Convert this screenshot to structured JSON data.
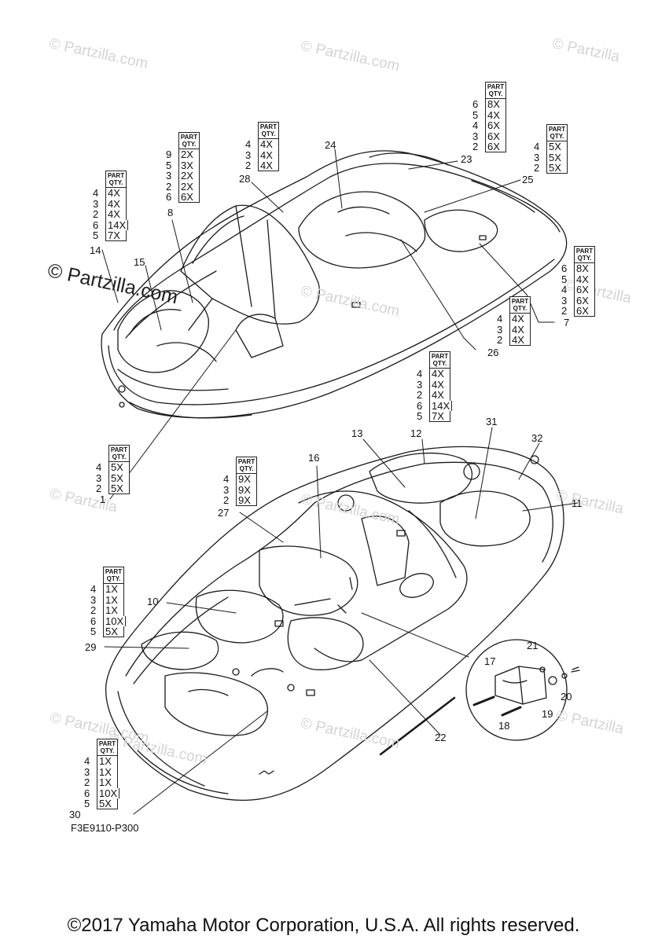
{
  "watermarks": [
    "© Partzilla.com",
    "© Partzilla.com",
    "© Partzilla",
    "© Partzilla.com",
    "© Partzilla",
    "© Partzilla",
    "© Partzilla.com",
    "© Partzilla",
    "© Partzilla.com",
    "© Partzilla.com",
    "© Partzilla",
    "© Partzilla.com",
    "© Partzilla.com"
  ],
  "qty_tables": [
    {
      "header": [
        "PART",
        "QTY."
      ],
      "rows": [
        {
          "code": "4",
          "qty": "4X"
        },
        {
          "code": "3",
          "qty": "4X"
        },
        {
          "code": "2",
          "qty": "4X"
        },
        {
          "code": "6",
          "qty": "14X"
        },
        {
          "code": "5",
          "qty": "7X"
        }
      ]
    },
    {
      "header": [
        "PART",
        "QTY."
      ],
      "rows": [
        {
          "code": "9",
          "qty": "2X"
        },
        {
          "code": "5",
          "qty": "3X"
        },
        {
          "code": "3",
          "qty": "2X"
        },
        {
          "code": "2",
          "qty": "2X"
        },
        {
          "code": "6",
          "qty": "6X"
        }
      ]
    },
    {
      "header": [
        "PART",
        "QTY."
      ],
      "rows": [
        {
          "code": "4",
          "qty": "4X"
        },
        {
          "code": "3",
          "qty": "4X"
        },
        {
          "code": "2",
          "qty": "4X"
        }
      ]
    },
    {
      "header": [
        "PART",
        "QTY."
      ],
      "rows": [
        {
          "code": "6",
          "qty": "8X"
        },
        {
          "code": "5",
          "qty": "4X"
        },
        {
          "code": "4",
          "qty": "6X"
        },
        {
          "code": "3",
          "qty": "6X"
        },
        {
          "code": "2",
          "qty": "6X"
        }
      ]
    },
    {
      "header": [
        "PART",
        "QTY."
      ],
      "rows": [
        {
          "code": "4",
          "qty": "5X"
        },
        {
          "code": "3",
          "qty": "5X"
        },
        {
          "code": "2",
          "qty": "5X"
        }
      ]
    },
    {
      "header": [
        "PART",
        "QTY."
      ],
      "rows": [
        {
          "code": "6",
          "qty": "8X"
        },
        {
          "code": "5",
          "qty": "4X"
        },
        {
          "code": "4",
          "qty": "6X"
        },
        {
          "code": "3",
          "qty": "6X"
        },
        {
          "code": "2",
          "qty": "6X"
        }
      ]
    },
    {
      "header": [
        "PART",
        "QTY."
      ],
      "rows": [
        {
          "code": "4",
          "qty": "4X"
        },
        {
          "code": "3",
          "qty": "4X"
        },
        {
          "code": "2",
          "qty": "4X"
        }
      ]
    },
    {
      "header": [
        "PART",
        "QTY."
      ],
      "rows": [
        {
          "code": "4",
          "qty": "4X"
        },
        {
          "code": "3",
          "qty": "4X"
        },
        {
          "code": "2",
          "qty": "4X"
        },
        {
          "code": "6",
          "qty": "14X"
        },
        {
          "code": "5",
          "qty": "7X"
        }
      ]
    },
    {
      "header": [
        "PART",
        "QTY."
      ],
      "rows": [
        {
          "code": "4",
          "qty": "5X"
        },
        {
          "code": "3",
          "qty": "5X"
        },
        {
          "code": "2",
          "qty": "5X"
        }
      ]
    },
    {
      "header": [
        "PART",
        "QTY."
      ],
      "rows": [
        {
          "code": "4",
          "qty": "9X"
        },
        {
          "code": "3",
          "qty": "9X"
        },
        {
          "code": "2",
          "qty": "9X"
        }
      ]
    },
    {
      "header": [
        "PART",
        "QTY."
      ],
      "rows": [
        {
          "code": "4",
          "qty": "1X"
        },
        {
          "code": "3",
          "qty": "1X"
        },
        {
          "code": "2",
          "qty": "1X"
        },
        {
          "code": "6",
          "qty": "10X"
        },
        {
          "code": "5",
          "qty": "5X"
        }
      ]
    },
    {
      "header": [
        "PART",
        "QTY."
      ],
      "rows": [
        {
          "code": "4",
          "qty": "1X"
        },
        {
          "code": "3",
          "qty": "1X"
        },
        {
          "code": "2",
          "qty": "1X"
        },
        {
          "code": "6",
          "qty": "10X"
        },
        {
          "code": "5",
          "qty": "5X"
        }
      ]
    }
  ],
  "callouts": [
    "14",
    "15",
    "8",
    "28",
    "24",
    "23",
    "25",
    "7",
    "26",
    "1",
    "13",
    "12",
    "31",
    "32",
    "11",
    "16",
    "27",
    "10",
    "29",
    "17",
    "21",
    "20",
    "19",
    "18",
    "22",
    "30"
  ],
  "diagram_code": "F3E9110-P300",
  "copyright": "©2017  Yamaha Motor Corporation, U.S.A. All rights reserved."
}
